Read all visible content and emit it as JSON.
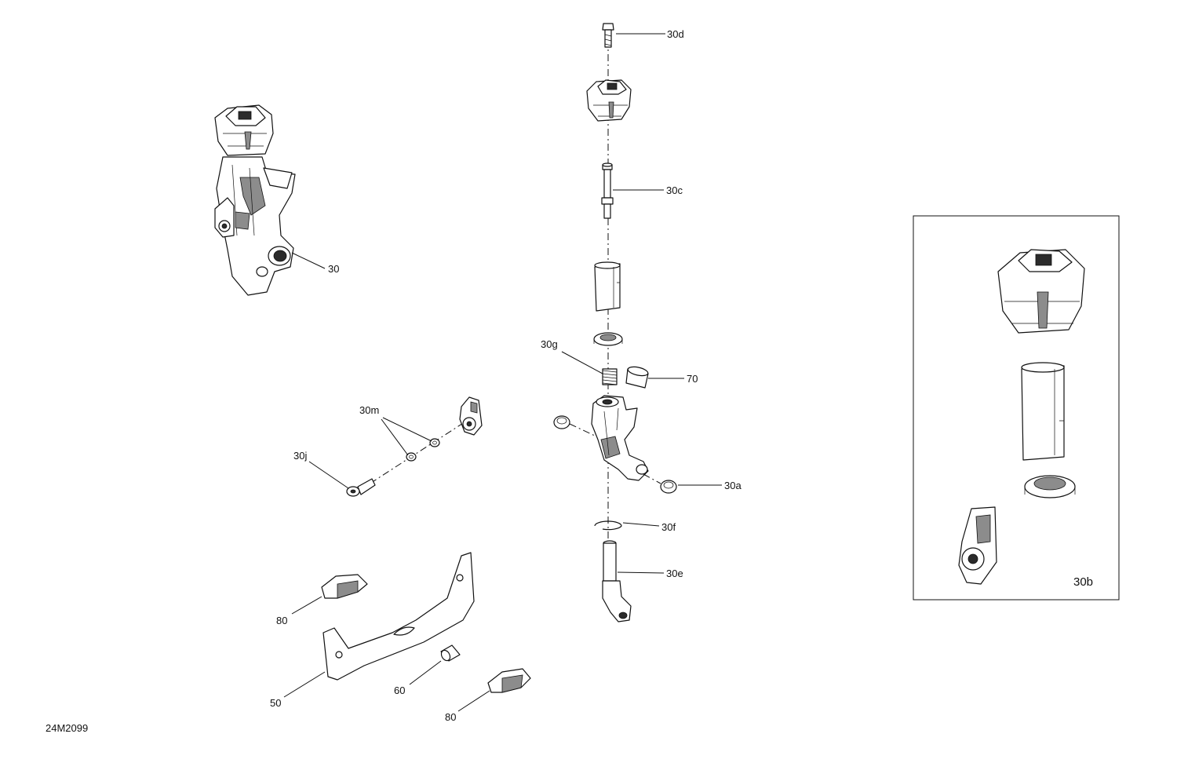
{
  "drawing_number": "24M2099",
  "callouts": [
    {
      "id": "30d",
      "label": "30d"
    },
    {
      "id": "30c",
      "label": "30c"
    },
    {
      "id": "30",
      "label": "30"
    },
    {
      "id": "30g",
      "label": "30g"
    },
    {
      "id": "70",
      "label": "70"
    },
    {
      "id": "30m",
      "label": "30m"
    },
    {
      "id": "30j",
      "label": "30j"
    },
    {
      "id": "30a",
      "label": "30a"
    },
    {
      "id": "30f",
      "label": "30f"
    },
    {
      "id": "30e",
      "label": "30e"
    },
    {
      "id": "80a",
      "label": "80"
    },
    {
      "id": "50",
      "label": "50"
    },
    {
      "id": "60",
      "label": "60"
    },
    {
      "id": "80b",
      "label": "80"
    }
  ],
  "inset": {
    "label": "30b"
  }
}
